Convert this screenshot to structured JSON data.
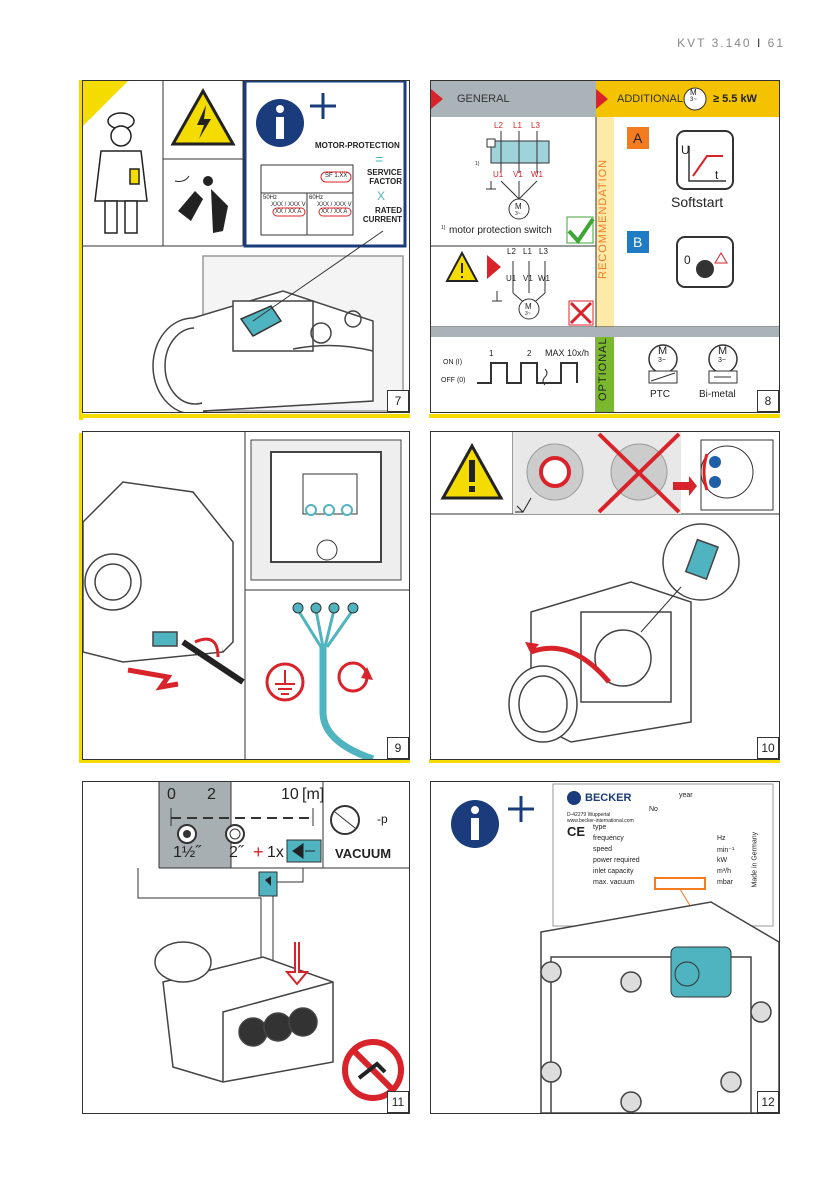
{
  "header": {
    "doc": "KVT 3.140",
    "sep": "I",
    "page": "61"
  },
  "panel7": {
    "number": "7",
    "motor_protection": "MOTOR-PROTECTION",
    "equals": "=",
    "service_factor": "SERVICE FACTOR",
    "times": "X",
    "rated_current": "RATED CURRENT",
    "sf_label": "SF 1.XX",
    "freq_50": "50Hz",
    "freq_60": "60Hz",
    "volt_50": "XXX / XXX V",
    "volt_60": "XXX / XXX V",
    "amp_50": "XX / XX A",
    "amp_60": "XX / XX A"
  },
  "panel8": {
    "number": "8",
    "general": "GENERAL",
    "additional": "ADDITIONAL",
    "power": "≥ 5.5 kW",
    "motor": "M",
    "motor_sub": "3~",
    "recommendation": "RECOMMENDATION",
    "optional": "OPTIONAL",
    "label_a": "A",
    "label_b": "B",
    "softstart": "Softstart",
    "axis_u": "U",
    "axis_t": "t",
    "footnote_mark": "1)",
    "footnote": "motor protection switch",
    "l_labels": [
      "L2",
      "L1",
      "L3"
    ],
    "u_labels": [
      "U1",
      "V1",
      "W1"
    ],
    "on": "ON (I)",
    "off": "OFF (0)",
    "pulse_1": "1",
    "pulse_2": "2",
    "max": "MAX 10x/h",
    "ptc": "PTC",
    "bimetal": "Bi-metal",
    "zero": "0"
  },
  "panel9": {
    "number": "9"
  },
  "panel10": {
    "number": "10"
  },
  "panel11": {
    "number": "11",
    "scale_0": "0",
    "scale_2": "2",
    "scale_10": "10",
    "scale_unit": "[m]",
    "size_a": "1½˝",
    "size_b": "2˝",
    "plus": "+",
    "qty": "1x",
    "p_label": "-p",
    "vacuum": "VACUUM"
  },
  "panel12": {
    "number": "12",
    "brand": "BECKER",
    "year": "year",
    "no": "No",
    "address": "D-42279 Wuppertal",
    "web": "www.becker-international.com",
    "ce": "CE",
    "made": "Made in Germany",
    "rows": [
      {
        "label": "type",
        "unit": ""
      },
      {
        "label": "frequency",
        "unit": "Hz"
      },
      {
        "label": "speed",
        "unit": "min⁻¹"
      },
      {
        "label": "power required",
        "unit": "kW"
      },
      {
        "label": "inlet capacity",
        "unit": "m³/h"
      },
      {
        "label": "max. vacuum",
        "unit": "mbar"
      }
    ]
  }
}
